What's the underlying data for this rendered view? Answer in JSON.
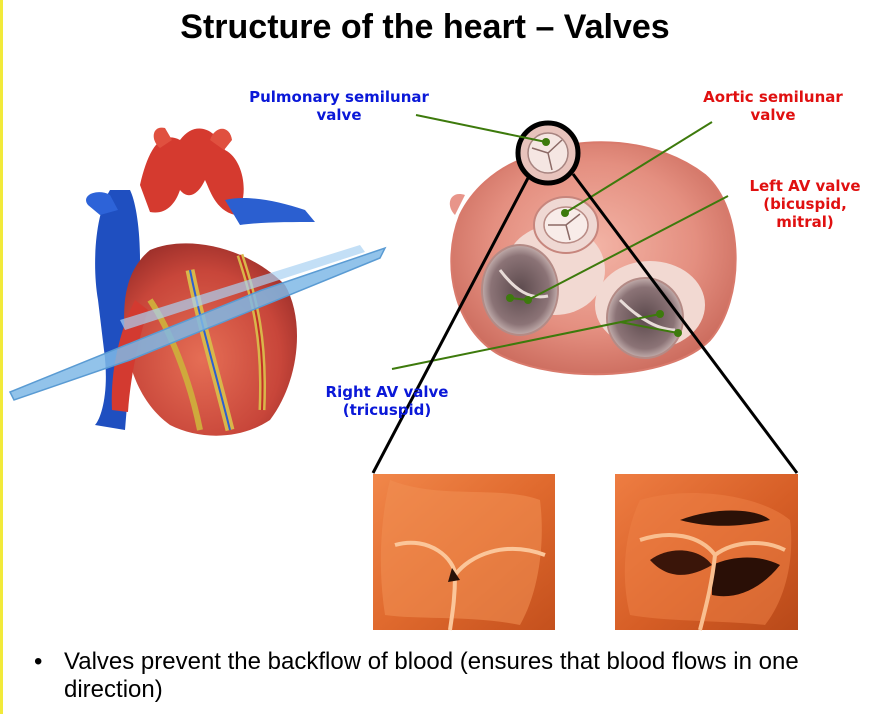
{
  "title": "Structure of the heart – Valves",
  "labels": {
    "pulmonary": [
      "Pulmonary semilunar",
      "valve"
    ],
    "aortic": [
      "Aortic semilunar",
      "valve"
    ],
    "left_av": [
      "Left AV valve",
      "(bicuspid,",
      "mitral)"
    ],
    "right_av": [
      "Right AV valve",
      "(tricuspid)"
    ]
  },
  "bullet": {
    "marker": "•",
    "text": "Valves prevent the backflow of blood (ensures that blood flows in one direction)"
  },
  "colors": {
    "blue_label": "#0a18d8",
    "red_label": "#e01010",
    "pointer_line": "#3d7a0c",
    "page_border": "#f2ea3a"
  }
}
